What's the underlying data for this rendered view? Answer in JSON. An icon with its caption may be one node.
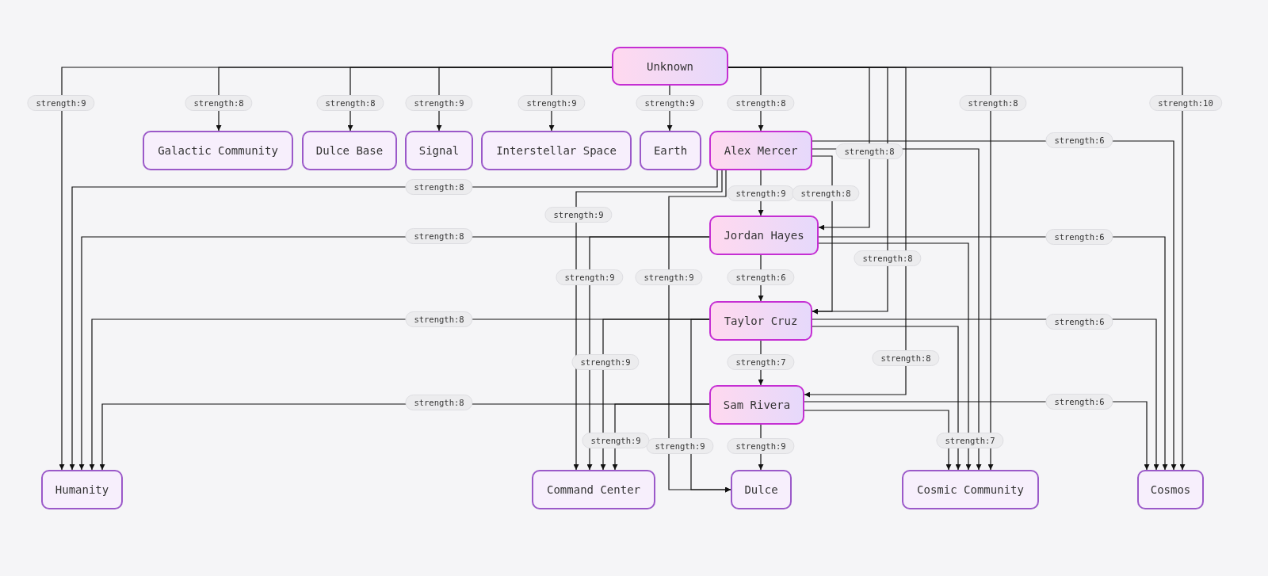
{
  "diagram": {
    "nodes": [
      {
        "text": [
          "Unknown"
        ]
      },
      {
        "text": [
          "Galactic Community"
        ]
      },
      {
        "text": [
          "Dulce Base"
        ]
      },
      {
        "text": [
          "Signal"
        ]
      },
      {
        "text": [
          "Interstellar Space"
        ]
      },
      {
        "text": [
          "Earth"
        ]
      },
      {
        "text": [
          "Alex Mercer"
        ]
      },
      {
        "text": [
          "Jordan Hayes"
        ]
      },
      {
        "text": [
          "Taylor Cruz"
        ]
      },
      {
        "text": [
          "Sam Rivera"
        ]
      },
      {
        "text": [
          "Humanity"
        ]
      },
      {
        "text": [
          "Command Center"
        ]
      },
      {
        "text": [
          "Dulce"
        ]
      },
      {
        "text": [
          "Cosmic Community"
        ]
      },
      {
        "text": [
          "Cosmos"
        ]
      }
    ],
    "edges": [
      {
        "from": 0,
        "to": 10,
        "arrow": "to",
        "label": "strength:9"
      },
      {
        "from": 0,
        "to": 1,
        "arrow": "to",
        "label": "strength:8"
      },
      {
        "from": 0,
        "to": 2,
        "arrow": "to",
        "label": "strength:8"
      },
      {
        "from": 0,
        "to": 3,
        "arrow": "to",
        "label": "strength:9"
      },
      {
        "from": 0,
        "to": 4,
        "arrow": "to",
        "label": "strength:9"
      },
      {
        "from": 0,
        "to": 5,
        "arrow": "to",
        "label": "strength:9"
      },
      {
        "from": 0,
        "to": 6,
        "arrow": "to",
        "label": "strength:8"
      },
      {
        "from": 0,
        "to": 7,
        "arrow": "to",
        "label": "strength:8"
      },
      {
        "from": 0,
        "to": 8,
        "arrow": "to",
        "label": "strength:8"
      },
      {
        "from": 0,
        "to": 9,
        "arrow": "to",
        "label": "strength:8"
      },
      {
        "from": 0,
        "to": 13,
        "arrow": "to",
        "label": "strength:8"
      },
      {
        "from": 0,
        "to": 14,
        "arrow": "to",
        "label": "strength:10"
      },
      {
        "from": 6,
        "to": 10,
        "arrow": "to",
        "label": "strength:8"
      },
      {
        "from": 6,
        "to": 11,
        "arrow": "to",
        "label": "strength:9"
      },
      {
        "from": 6,
        "to": 12,
        "arrow": "to",
        "label": "strength:9"
      },
      {
        "from": 6,
        "to": 7,
        "arrow": "to",
        "label": "strength:9"
      },
      {
        "from": 6,
        "to": 8,
        "arrow": "to",
        "label": "strength:8"
      },
      {
        "from": 6,
        "to": 13,
        "arrow": "to"
      },
      {
        "from": 6,
        "to": 14,
        "arrow": "to",
        "label": "strength:6"
      },
      {
        "from": 7,
        "to": 10,
        "arrow": "to",
        "label": "strength:8"
      },
      {
        "from": 7,
        "to": 11,
        "arrow": "to",
        "label": "strength:9"
      },
      {
        "from": 7,
        "to": 8,
        "arrow": "to",
        "label": "strength:6"
      },
      {
        "from": 7,
        "to": 13,
        "arrow": "to"
      },
      {
        "from": 7,
        "to": 14,
        "arrow": "to",
        "label": "strength:6"
      },
      {
        "from": 8,
        "to": 10,
        "arrow": "to",
        "label": "strength:8"
      },
      {
        "from": 8,
        "to": 11,
        "arrow": "to",
        "label": "strength:9"
      },
      {
        "from": 8,
        "to": 9,
        "arrow": "to",
        "label": "strength:7"
      },
      {
        "from": 8,
        "to": 12,
        "arrow": "to",
        "label": "strength:9"
      },
      {
        "from": 8,
        "to": 13,
        "arrow": "to"
      },
      {
        "from": 8,
        "to": 14,
        "arrow": "to",
        "label": "strength:6"
      },
      {
        "from": 9,
        "to": 10,
        "arrow": "to",
        "label": "strength:8"
      },
      {
        "from": 9,
        "to": 11,
        "arrow": "to",
        "label": "strength:9"
      },
      {
        "from": 9,
        "to": 12,
        "arrow": "to",
        "label": "strength:9"
      },
      {
        "from": 9,
        "to": 13,
        "arrow": "to",
        "label": "strength:7"
      },
      {
        "from": 9,
        "to": 14,
        "arrow": "to",
        "label": "strength:6"
      }
    ]
  }
}
